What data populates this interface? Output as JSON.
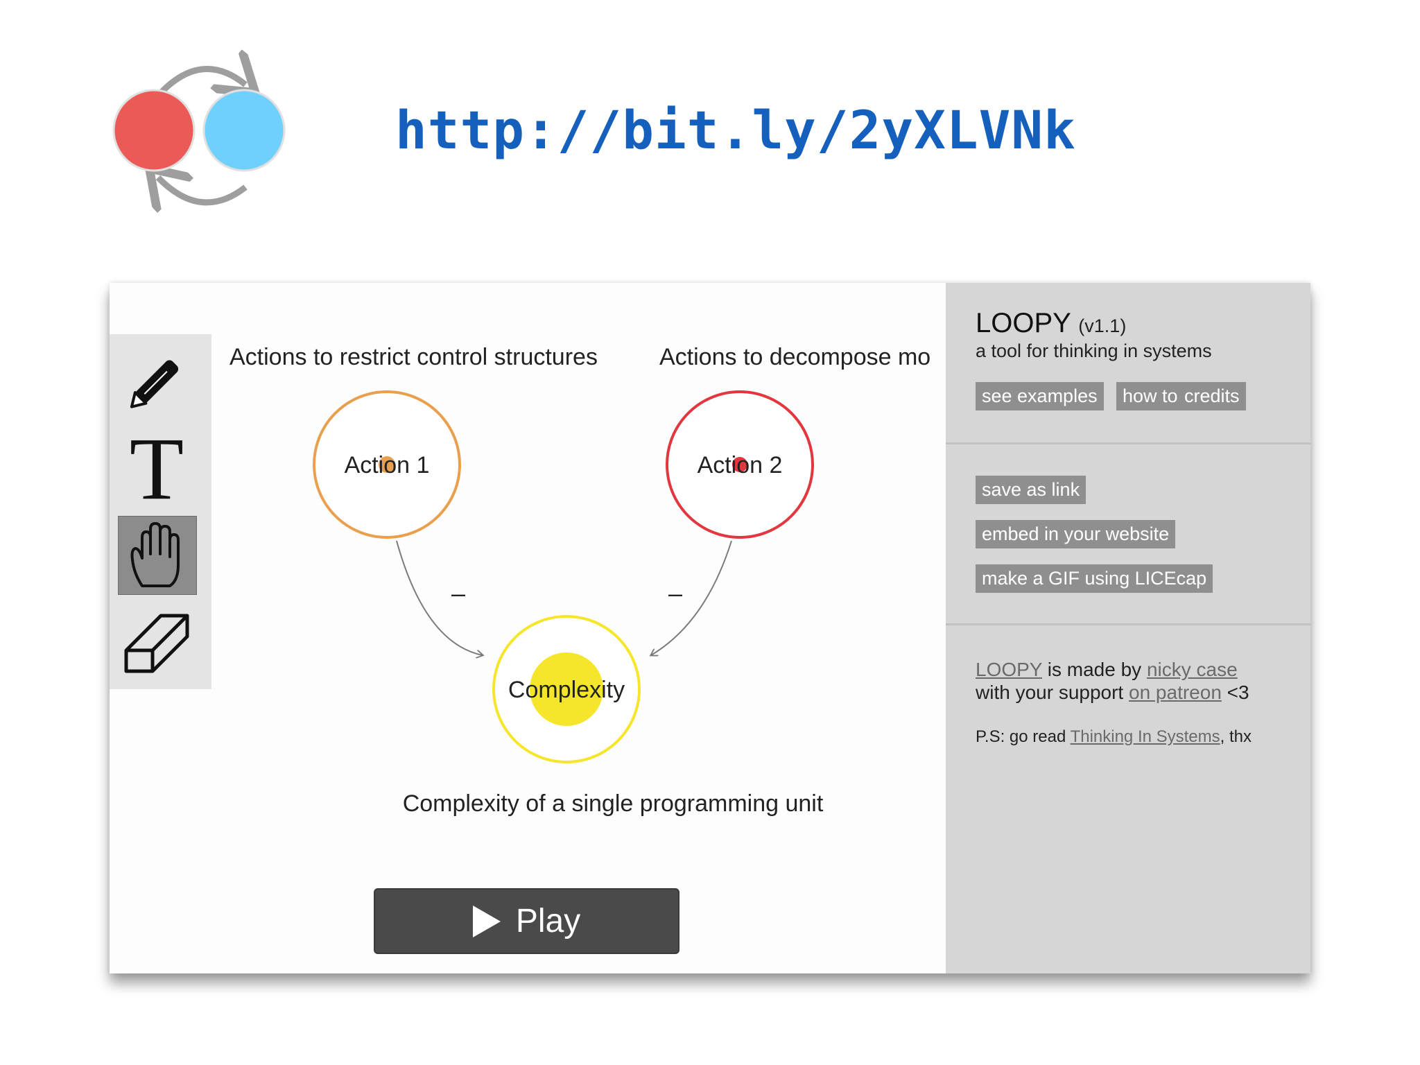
{
  "header": {
    "url": "http://bit.ly/2yXLVNk",
    "logo": {
      "left_circle_color": "#ec5a58",
      "right_circle_color": "#6fd1fb",
      "arrow_color": "#9e9e9e",
      "icon": "loopy-logo"
    }
  },
  "toolbar": {
    "text_tool_glyph": "T",
    "tools": [
      {
        "name": "pencil",
        "icon": "pencil-icon",
        "active": false
      },
      {
        "name": "text",
        "icon": "text-icon",
        "active": false
      },
      {
        "name": "drag",
        "icon": "hand-icon",
        "active": true
      },
      {
        "name": "erase",
        "icon": "eraser-icon",
        "active": false
      }
    ]
  },
  "canvas": {
    "labels": {
      "left": "Actions to restrict control structures",
      "right": "Actions to decompose mo",
      "bottom": "Complexity of a single programming unit"
    },
    "nodes": [
      {
        "id": "action1",
        "label": "Action 1",
        "color": "#e9a04e"
      },
      {
        "id": "action2",
        "label": "Action 2",
        "color": "#e2373f"
      },
      {
        "id": "complexity",
        "label": "Complexity",
        "color": "#f5e62b"
      }
    ],
    "edges": [
      {
        "from": "action1",
        "to": "complexity",
        "sign": "–"
      },
      {
        "from": "action2",
        "to": "complexity",
        "sign": "–"
      }
    ]
  },
  "play": {
    "label": "Play",
    "icon": "play-icon"
  },
  "panel": {
    "title": "LOOPY",
    "version": "(v1.1)",
    "tagline": "a tool for thinking in systems",
    "buttons_top": {
      "examples": "see examples",
      "howto": "how to",
      "credits": "credits"
    },
    "buttons_share": {
      "save": "save as link",
      "embed": "embed in your website",
      "gif": "make a GIF using LICEcap"
    },
    "credits": {
      "loopy_link": "LOOPY",
      "made_by": " is made by ",
      "author_link": "nicky case",
      "support_text": "with your support ",
      "patreon_link": "on patreon",
      "heart": " <3",
      "ps_prefix": "P.S: go read ",
      "book_link": "Thinking In Systems",
      "ps_suffix": ", thx"
    }
  }
}
